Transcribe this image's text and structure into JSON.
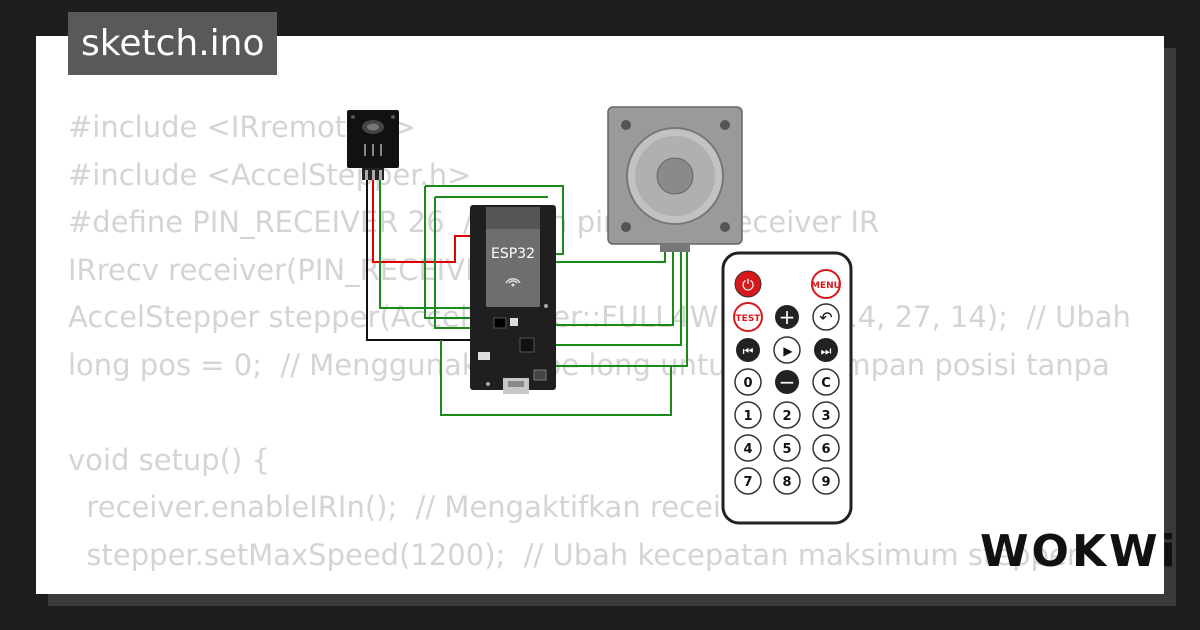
{
  "title": "sketch.ino",
  "brand": "WOKWi",
  "code_lines": [
    "#include <IRremote.h>",
    "#include <AccelStepper.h>",
    "#define PIN_RECEIVER 26  // Ubah pin untuk receiver IR",
    "IRrecv receiver(PIN_RECEIVER);",
    "AccelStepper stepper(AccelStepper::FULL4WIRE, 25, 14, 27, 14);  // Ubah",
    "long pos = 0;  // Menggunakan tipe long untuk menyimpan posisi tanpa",
    "",
    "void setup() {",
    "  receiver.enableIRIn();  // Mengaktifkan receiver",
    "  stepper.setMaxSpeed(1200);  // Ubah kecepatan maksimum stepper"
  ],
  "board": {
    "label": "ESP32"
  },
  "remote": {
    "power": "⏻",
    "menu": "MENU",
    "test": "TEST",
    "plus": "+",
    "back": "↶",
    "prev": "⏮",
    "play": "▶",
    "next": "⏭",
    "zero": "0",
    "minus": "−",
    "clear": "C",
    "digits": [
      "1",
      "2",
      "3",
      "4",
      "5",
      "6",
      "7",
      "8",
      "9"
    ]
  },
  "colors": {
    "code_text": "#d4d4d4",
    "title_bg": "#595959",
    "wire_green": "#1a8a1a",
    "wire_red": "#e00000",
    "wire_black": "#111111",
    "remote_red": "#d7191c"
  }
}
